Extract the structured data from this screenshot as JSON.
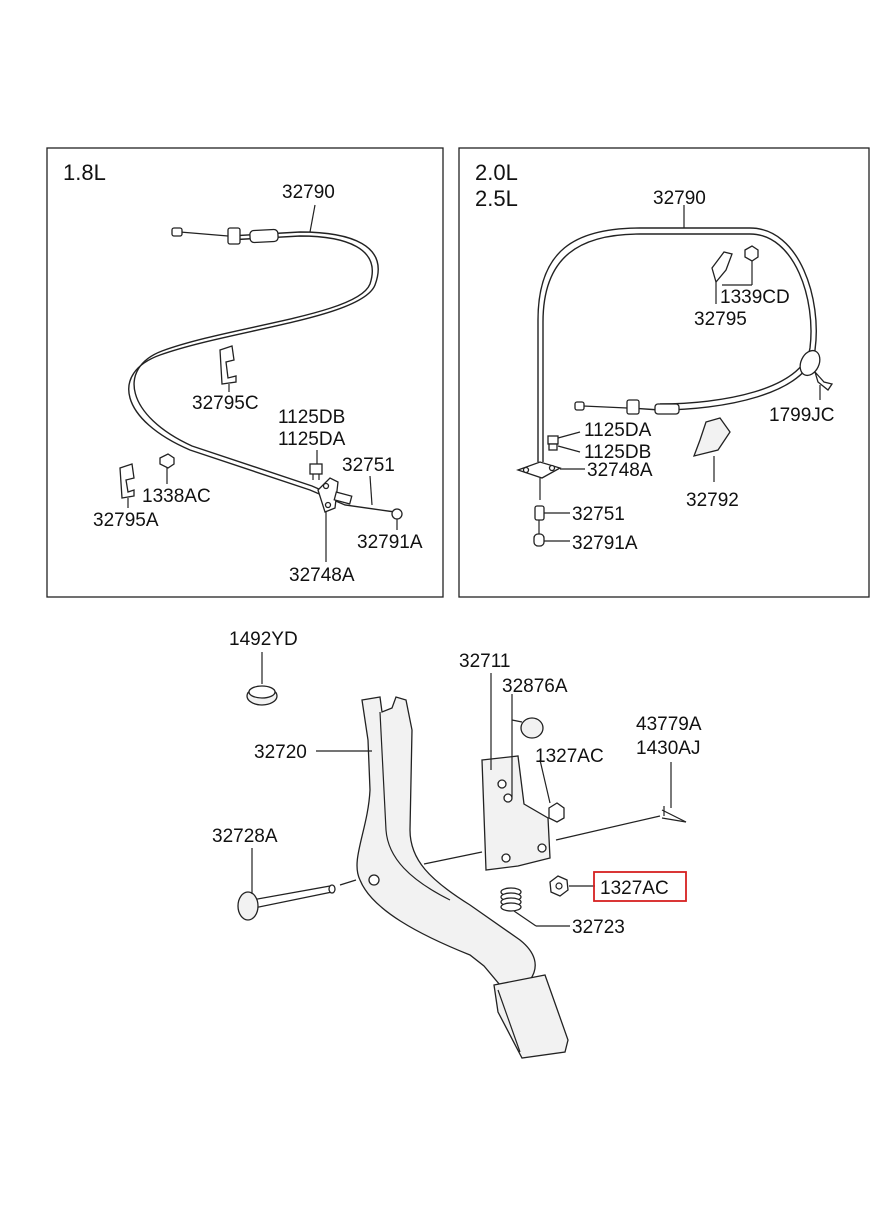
{
  "diagram": {
    "highlight_color": "#d62020",
    "box_left": {
      "engine": "1.8L",
      "labels": {
        "cable": "32790",
        "clip_c": "32795C",
        "bolt_db": "1125DB",
        "bolt_da": "1125DA",
        "rod": "32751",
        "nut": "1338AC",
        "clip_a": "32795A",
        "end": "32791A",
        "bracket": "32748A"
      }
    },
    "box_right": {
      "engine_1": "2.0L",
      "engine_2": "2.5L",
      "labels": {
        "cable": "32790",
        "nut": "1339CD",
        "clip": "32795",
        "clamp": "1799JC",
        "bolt_da": "1125DA",
        "bolt_db": "1125DB",
        "bracket": "32748A",
        "plate": "32792",
        "rod": "32751",
        "end": "32791A"
      }
    },
    "lower": {
      "labels": {
        "plug": "1492YD",
        "bracket": "32711",
        "bolt": "32876A",
        "pedal": "32720",
        "nut_upper": "1327AC",
        "pin_1": "43779A",
        "pin_2": "1430AJ",
        "shaft": "32728A",
        "nut_highlight": "1327AC",
        "spring": "32723"
      }
    }
  }
}
